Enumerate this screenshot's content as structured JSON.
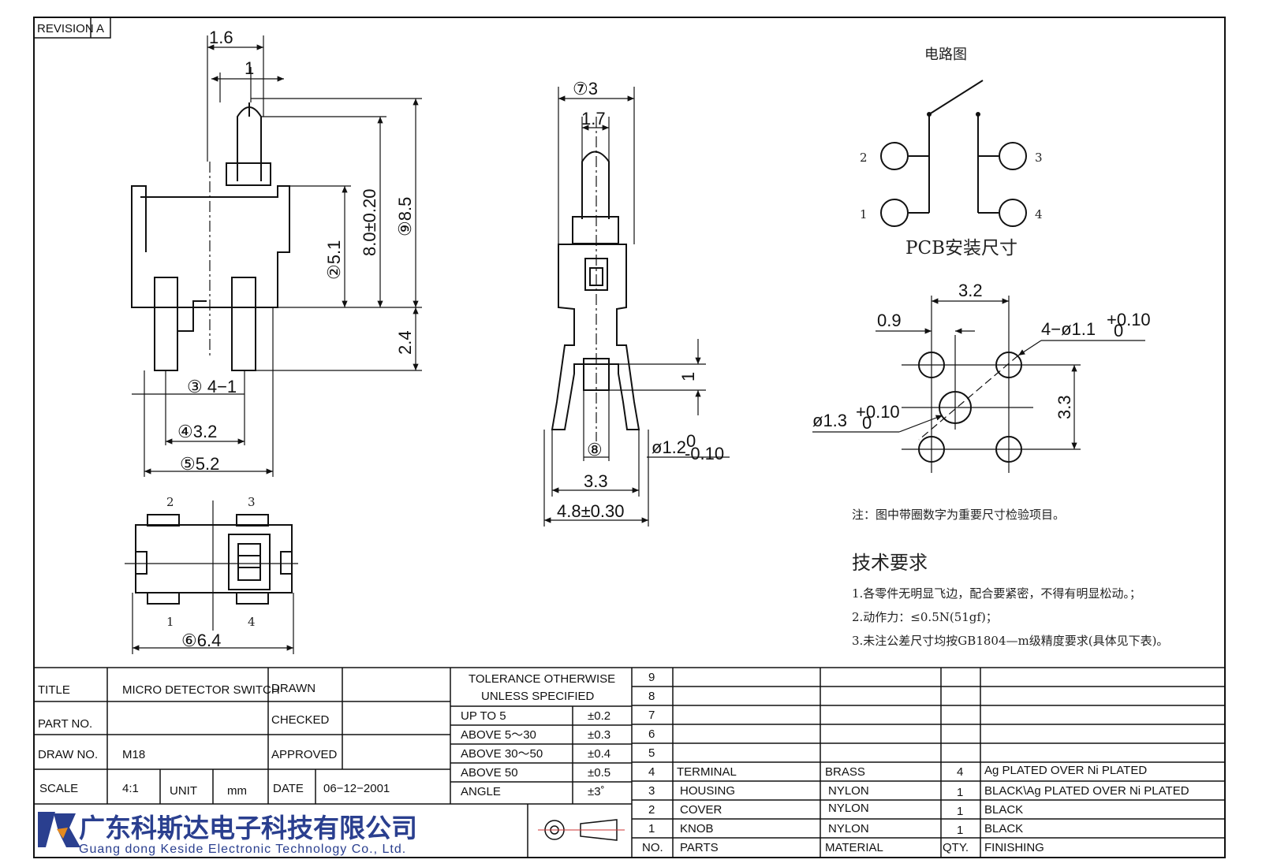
{
  "revision": {
    "label": "REVISION",
    "value": "A"
  },
  "side_view": {
    "dims": {
      "d_1_6": "1.6",
      "d_1": "1",
      "d_8_0": "8.0±0.20",
      "d_8_5": "⑨8.5",
      "d_5_1": "②5.1",
      "d_2_4": "2.4",
      "d_4_1": "③ 4−1",
      "d_3_2": "④3.2",
      "d_5_2": "⑤5.2"
    }
  },
  "front_view": {
    "dims": {
      "d_3": "⑦3",
      "d_1_7": "1.7",
      "d_1": "1",
      "d_8": "⑧",
      "d_1_2": "ø1.2",
      "d_1_2_tol_up": "0",
      "d_1_2_tol_dn": "-0.10",
      "d_3_3": "3.3",
      "d_4_8": "4.8±0.30"
    }
  },
  "bottom_view": {
    "pins": {
      "p1": "1",
      "p2": "2",
      "p3": "3",
      "p4": "4"
    },
    "d_6_4": "⑥6.4"
  },
  "circuit": {
    "title": "电路图",
    "pins": {
      "p1": "1",
      "p2": "2",
      "p3": "3",
      "p4": "4"
    }
  },
  "pcb": {
    "title": "PCB安装尺寸",
    "d_3_2": "3.2",
    "d_0_9": "0.9",
    "d_3_3": "3.3",
    "hole4": "4−ø1.1",
    "hole4_tol_up": "+0.10",
    "hole4_tol_dn": "0",
    "hole1": "ø1.3",
    "hole1_tol_up": "+0.10",
    "hole1_tol_dn": "0"
  },
  "note": "注：图中带圈数字为重要尺寸检验项目。",
  "tech": {
    "title": "技术要求",
    "items": [
      "1.各零件无明显飞边，配合要紧密，不得有明显松动。；",
      "2.动作力：≤0.5N(51gf)；",
      "3.未注公差尺寸均按GB1804—m级精度要求(具体见下表)。"
    ]
  },
  "title_block": {
    "title_label": "TITLE",
    "title_value": "MICRO DETECTOR SWITCH",
    "part_label": "PART NO.",
    "part_value": "",
    "draw_label": "DRAW NO.",
    "draw_value": "M18",
    "scale_label": "SCALE",
    "scale_value": "4:1",
    "unit_label": "UNIT",
    "unit_value": "mm",
    "drawn_label": "DRAWN",
    "checked_label": "CHECKED",
    "approved_label": "APPROVED",
    "date_label": "DATE",
    "date_value": "06−12−2001"
  },
  "tolerance": {
    "header1": "TOLERANCE OTHERWISE",
    "header2": "UNLESS SPECIFIED",
    "rows": [
      {
        "range": "UP TO 5",
        "tol": "±0.2"
      },
      {
        "range": "ABOVE 5～30",
        "tol": "±0.3"
      },
      {
        "range": "ABOVE 30～50",
        "tol": "±0.4"
      },
      {
        "range": "ABOVE 50",
        "tol": "±0.5"
      },
      {
        "range": "ANGLE",
        "tol": "±3˚"
      }
    ]
  },
  "company": {
    "name_cn": "广东科斯达电子科技有限公司",
    "name_en": "Guang dong Keside  Electronic Technology Co., Ltd."
  },
  "bom": {
    "headers": {
      "no": "NO.",
      "parts": "PARTS",
      "material": "MATERIAL",
      "qty": "QTY.",
      "finishing": "FINISHING"
    },
    "rows": [
      {
        "no": "9",
        "parts": "",
        "material": "",
        "qty": "",
        "finishing": ""
      },
      {
        "no": "8",
        "parts": "",
        "material": "",
        "qty": "",
        "finishing": ""
      },
      {
        "no": "7",
        "parts": "",
        "material": "",
        "qty": "",
        "finishing": ""
      },
      {
        "no": "6",
        "parts": "",
        "material": "",
        "qty": "",
        "finishing": ""
      },
      {
        "no": "5",
        "parts": "",
        "material": "",
        "qty": "",
        "finishing": ""
      },
      {
        "no": "4",
        "parts": "TERMINAL",
        "material": "BRASS",
        "qty": "4",
        "finishing": "Ag PLATED OVER Ni PLATED"
      },
      {
        "no": "3",
        "parts": "HOUSING",
        "material": "NYLON",
        "qty": "1",
        "finishing": "BLACK\\Ag PLATED OVER Ni PLATED"
      },
      {
        "no": "2",
        "parts": "COVER",
        "material": "NYLON",
        "qty": "1",
        "finishing": "BLACK"
      },
      {
        "no": "1",
        "parts": "KNOB",
        "material": "NYLON",
        "qty": "1",
        "finishing": "BLACK"
      }
    ]
  }
}
